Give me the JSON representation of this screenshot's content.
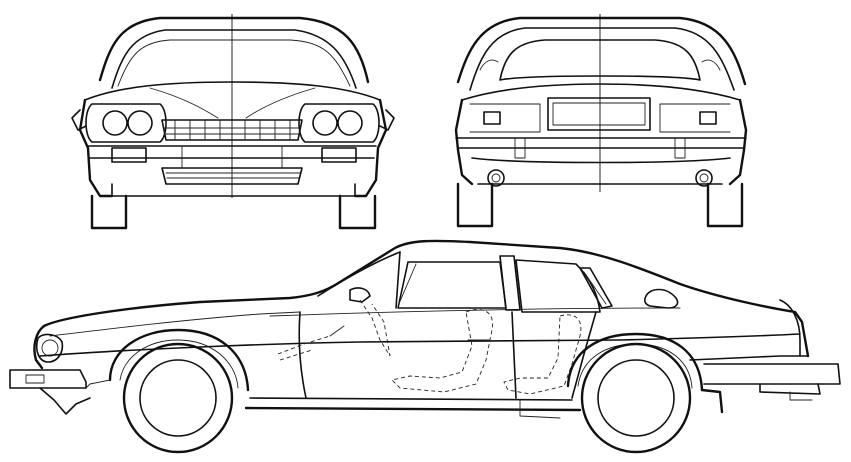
{
  "drawing": {
    "views": [
      "front",
      "rear",
      "side"
    ],
    "line_color": "#111111",
    "background": "#ffffff"
  }
}
